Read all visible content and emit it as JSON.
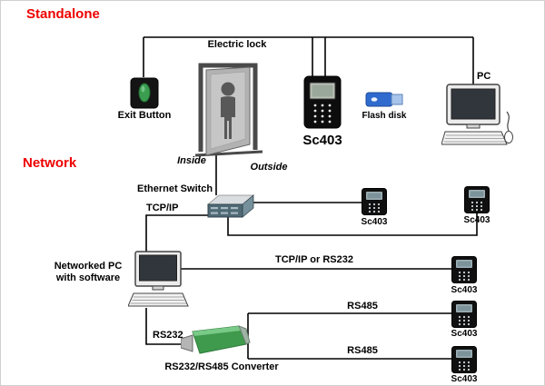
{
  "sections": {
    "standalone": "Standalone",
    "network": "Network"
  },
  "standalone": {
    "electric_lock_label": "Electric lock",
    "exit_button_label": "Exit Button",
    "inside_label": "Inside",
    "outside_label": "Outside",
    "device_label": "Sc403",
    "flash_disk_label": "Flash disk",
    "pc_label": "PC"
  },
  "network": {
    "ethernet_switch_label": "Ethernet Switch",
    "tcpip_label": "TCP/IP",
    "networked_pc_line1": "Networked PC",
    "networked_pc_line2": "with software",
    "tcpip_or_rs232_label": "TCP/IP or RS232",
    "rs232_label": "RS232",
    "converter_label": "RS232/RS485 Converter",
    "rs485_label_1": "RS485",
    "rs485_label_2": "RS485",
    "devices": {
      "top1": "Sc403",
      "top2": "Sc403",
      "right1": "Sc403",
      "right2": "Sc403",
      "right3": "Sc403"
    }
  },
  "icons": {
    "exit_button": "exit-button-device",
    "door": "open-door-with-person",
    "access_terminal": "sc403-access-terminal",
    "flash_disk": "usb-flash-drive",
    "pc": "desktop-computer-with-mouse",
    "ethernet_switch": "ethernet-switch-box",
    "networked_pc": "desktop-computer",
    "converter": "rs232-rs485-converter"
  },
  "colors": {
    "section_header": "#ee0000",
    "wire": "#000000",
    "device_body": "#101010",
    "flash_disk_blue": "#2f6bce",
    "exit_button_led_green": "#3a9d4f",
    "converter_green": "#3f9a4d",
    "switch_front": "#4f6a75"
  }
}
